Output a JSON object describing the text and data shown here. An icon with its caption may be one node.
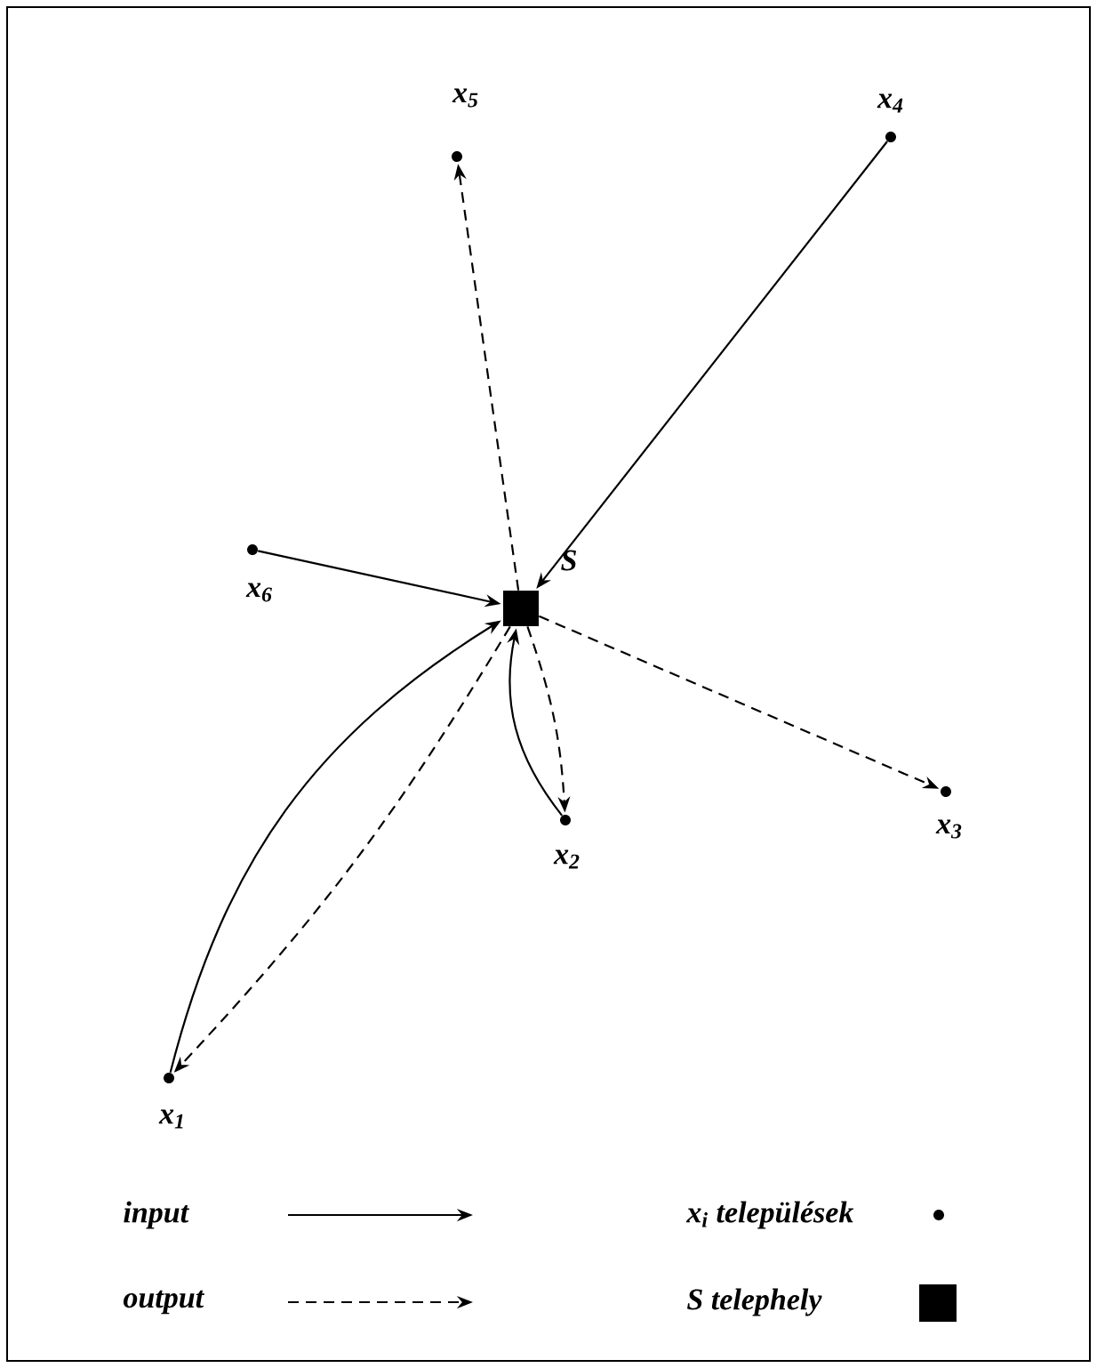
{
  "diagram": {
    "nodes": [
      {
        "text": [],
        "shape": "circle",
        "beside": [
          "x$_{5}$"
        ]
      },
      {
        "text": [],
        "shape": "circle",
        "beside": [
          "x$_{4}$"
        ]
      },
      {
        "text": [],
        "shape": "circle",
        "beside": [
          "x$_{6}$"
        ]
      },
      {
        "text": [],
        "shape": "box",
        "beside": [
          "S"
        ]
      },
      {
        "text": [],
        "shape": "circle",
        "beside": [
          "x$_{2}$"
        ]
      },
      {
        "text": [],
        "shape": "circle",
        "beside": [
          "x$_{3}$"
        ]
      },
      {
        "text": [],
        "shape": "circle",
        "beside": [
          "x$_{1}$"
        ]
      }
    ],
    "edges": [
      {
        "from": 3,
        "to": 0,
        "arrow": "to",
        "style": "dashed"
      },
      {
        "from": 1,
        "to": 3,
        "arrow": "to"
      },
      {
        "from": 2,
        "to": 3,
        "arrow": "to"
      },
      {
        "from": 3,
        "to": 5,
        "arrow": "to",
        "style": "dashed"
      },
      {
        "from": 4,
        "to": 3,
        "arrow": "to"
      },
      {
        "from": 3,
        "to": 4,
        "arrow": "to",
        "style": "dashed"
      },
      {
        "from": 6,
        "to": 3,
        "arrow": "to"
      },
      {
        "from": 3,
        "to": 6,
        "arrow": "to",
        "style": "dashed"
      }
    ],
    "legend": [
      {
        "text": "input"
      },
      {
        "text": "x$_{i}$ települések"
      },
      {
        "text": "output"
      },
      {
        "text": "S telephely"
      }
    ]
  }
}
